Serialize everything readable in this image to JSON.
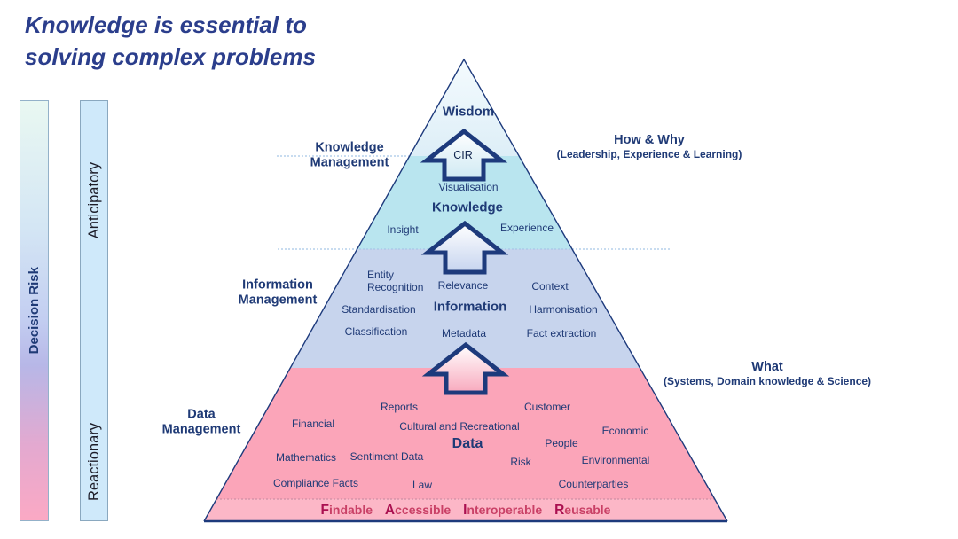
{
  "title": {
    "line1": "Knowledge is essential to",
    "line2": "solving complex problems"
  },
  "risk_bar": {
    "label": "Decision Risk"
  },
  "mode_bar": {
    "top_label": "Anticipatory",
    "bottom_label": "Reactionary"
  },
  "left_annotations": {
    "knowledge_management": "Knowledge Management",
    "information_management": "Information Management",
    "data_management": "Data Management"
  },
  "right_annotations": {
    "how_why": {
      "title": "How & Why",
      "subtitle": "(Leadership, Experience & Learning)"
    },
    "what": {
      "title": "What",
      "subtitle": "(Systems, Domain knowledge & Science)"
    }
  },
  "pyramid": {
    "wisdom": {
      "title": "Wisdom"
    },
    "knowledge": {
      "title": "Knowledge",
      "labels": [
        "Visualisation",
        "Insight",
        "Experience"
      ]
    },
    "information": {
      "title": "Information",
      "labels": [
        "Entity Recognition",
        "Relevance",
        "Context",
        "Standardisation",
        "Harmonisation",
        "Classification",
        "Metadata",
        "Fact extraction"
      ]
    },
    "data": {
      "title": "Data",
      "labels": [
        "Reports",
        "Customer",
        "Financial",
        "Cultural and Recreational",
        "Economic",
        "People",
        "Mathematics",
        "Sentiment Data",
        "Risk",
        "Environmental",
        "Compliance Facts",
        "Law",
        "Counterparties"
      ]
    },
    "arrow_label": "CIR",
    "fair": {
      "words": [
        {
          "initial": "F",
          "rest": "indable"
        },
        {
          "initial": "A",
          "rest": "ccessible"
        },
        {
          "initial": "I",
          "rest": "nteroperable"
        },
        {
          "initial": "R",
          "rest": "eusable"
        }
      ]
    }
  },
  "colors": {
    "navy": "#1f3a76",
    "title_navy": "#2b3e8c",
    "wisdom_fill": "#e7f3fb",
    "knowledge_fill": "#b9e5ef",
    "information_fill": "#c7d4ed",
    "data_fill": "#fba5b9",
    "fair_strip_fill": "#fcb7c7",
    "fair_text": "#c94066",
    "mode_bar_fill": "#cfe9fa"
  }
}
